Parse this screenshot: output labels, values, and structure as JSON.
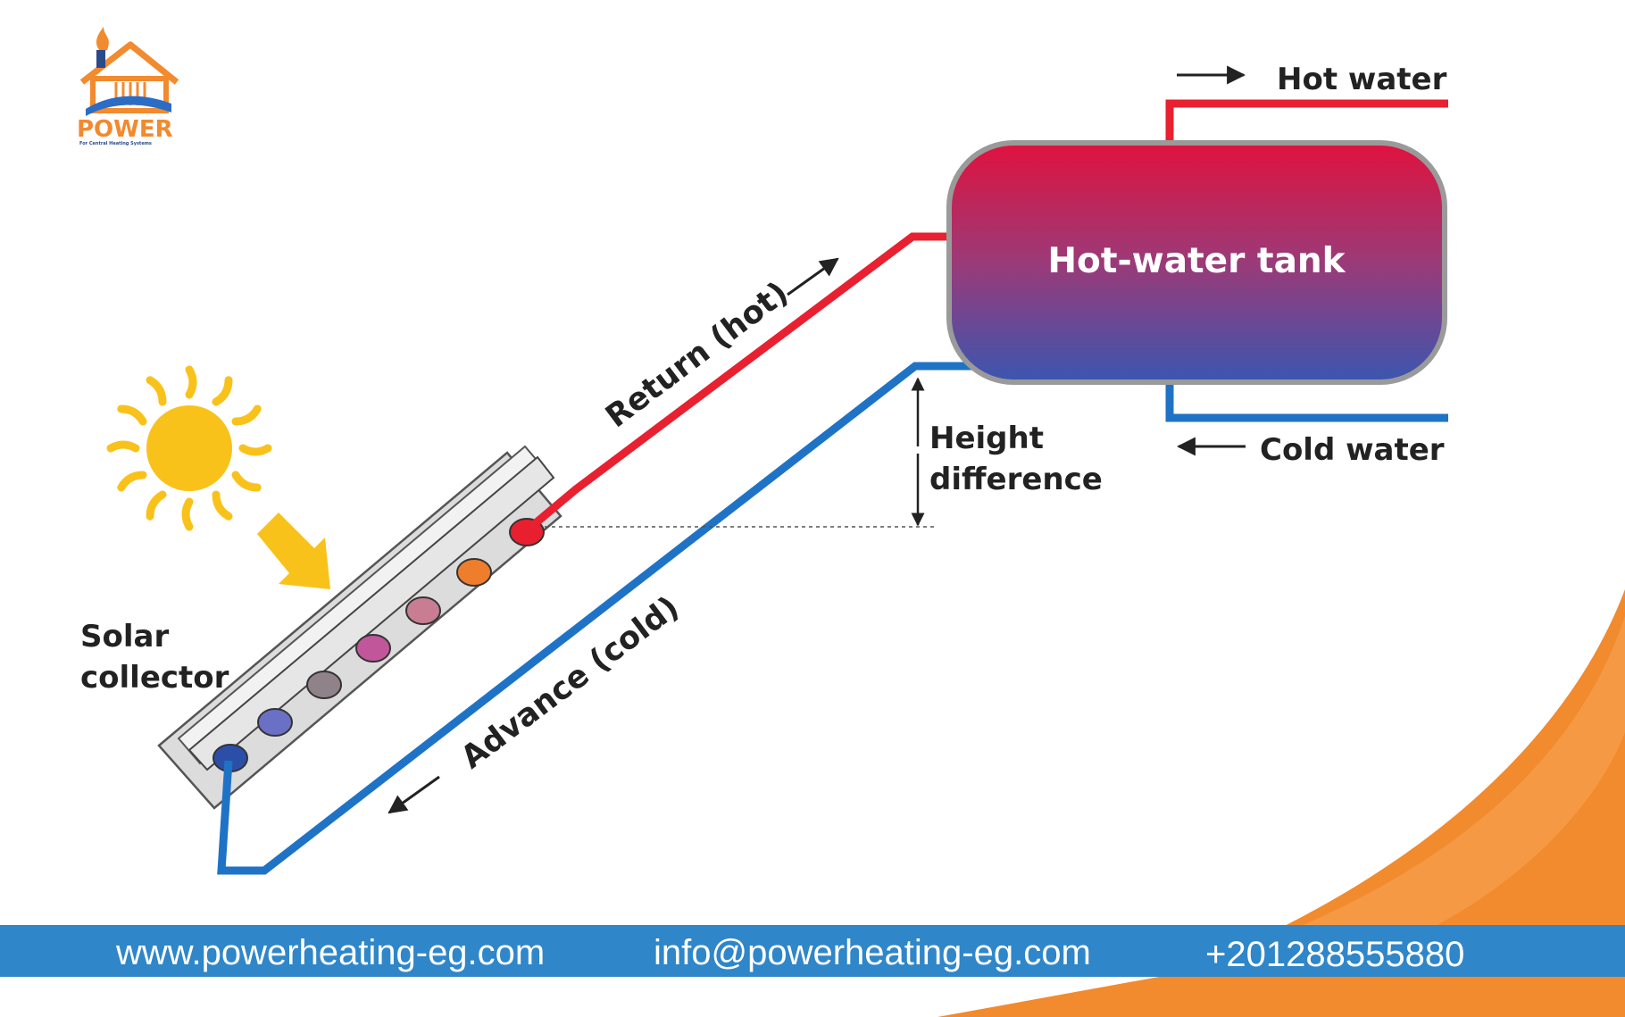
{
  "logo": {
    "brand": "POWER",
    "tagline": "For Central Heating Systems"
  },
  "labels": {
    "hot_water": "Hot water",
    "cold_water": "Cold water",
    "tank": "Hot-water tank",
    "return": "Return (hot)",
    "advance": "Advance (cold)",
    "height_line1": "Height",
    "height_line2": "difference",
    "collector_line1": "Solar",
    "collector_line2": "collector"
  },
  "footer": {
    "website": "www.powerheating-eg.com",
    "email": "info@powerheating-eg.com",
    "phone": "+201288555880"
  },
  "colors": {
    "hot_pipe": "#e8202f",
    "cold_pipe": "#1f73c6",
    "footer_bar": "#2f86c9",
    "accent_orange": "#f28a2e",
    "sun": "#f9c21b"
  }
}
